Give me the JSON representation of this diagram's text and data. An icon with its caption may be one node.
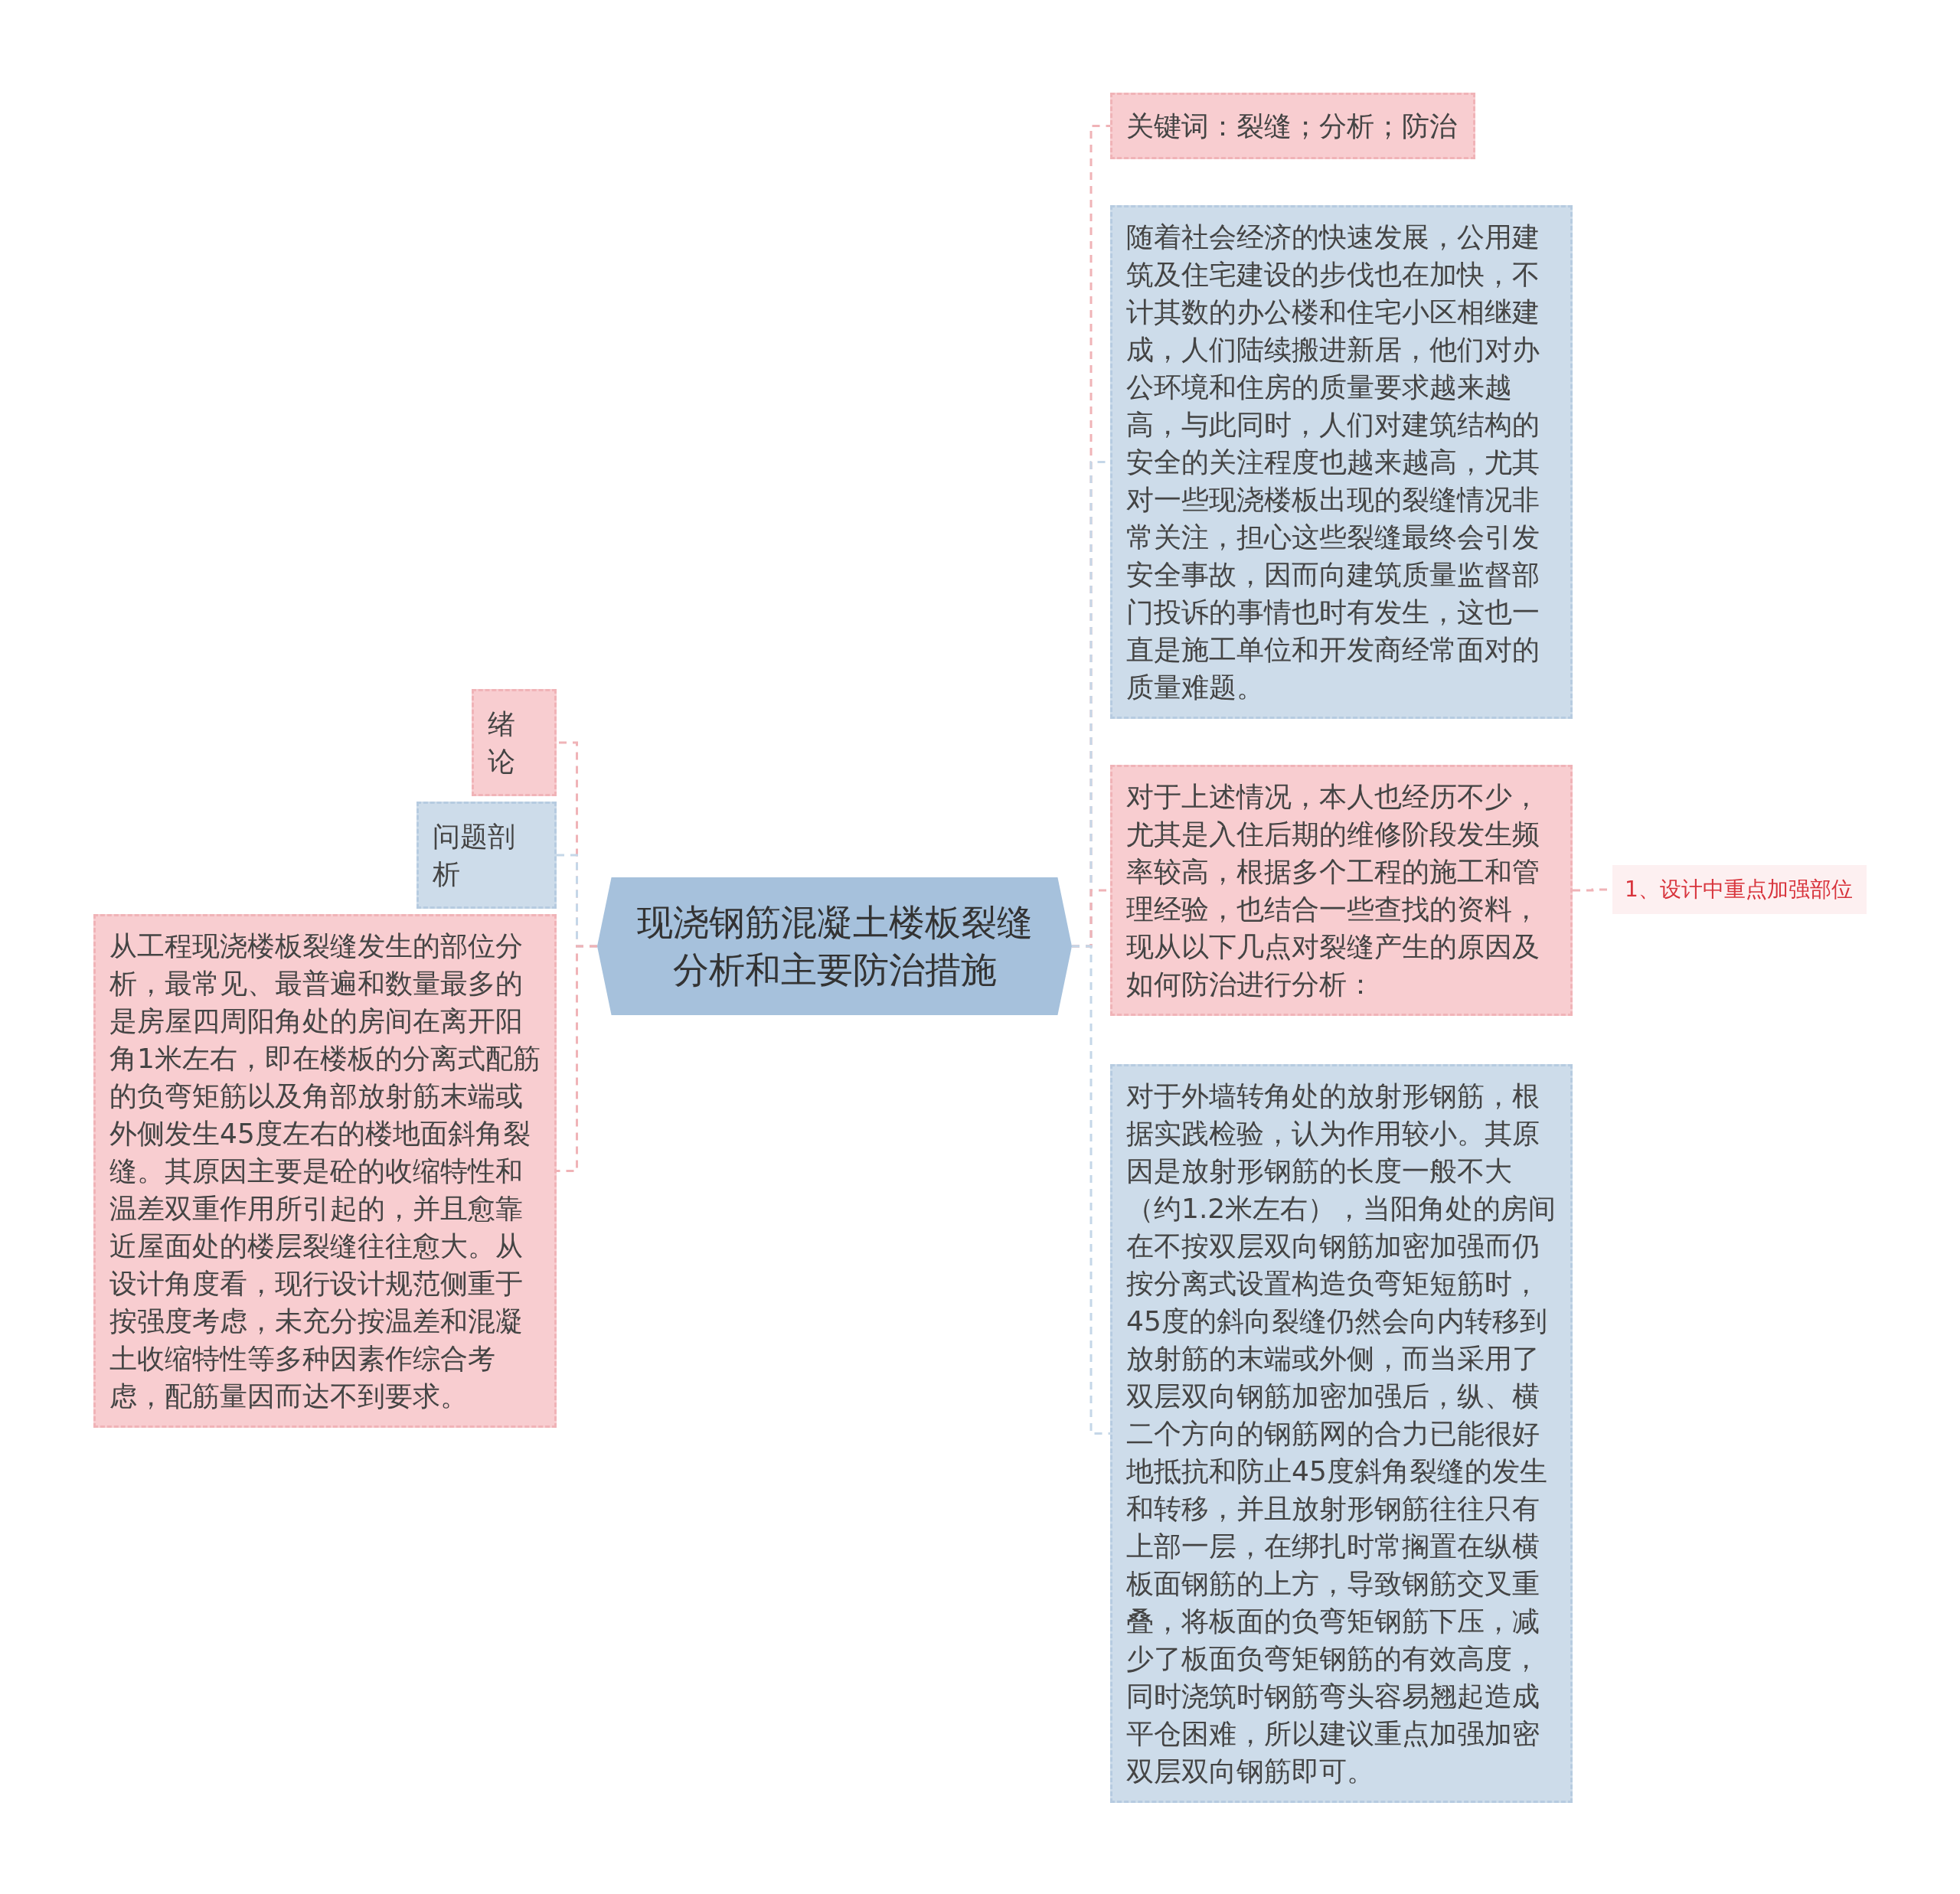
{
  "diagram": {
    "nodes": [
      {
        "text": [
          "现浇钢筋混凝土楼板裂缝分析和主要防治措施"
        ]
      },
      {
        "text": [
          "关键词：裂缝；分析；防治"
        ]
      },
      {
        "text": [
          "随着社会经济的快速发展，公用建筑及住宅建设的步伐也在加快，不计其数的办公楼和住宅小区相继建成，人们陆续搬进新居，他们对办公环境和住房的质量要求越来越高，与此同时，人们对建筑结构的安全的关注程度也越来越高，尤其对一些现浇楼板出现的裂缝情况非常关注，担心这些裂缝最终会引发安全事故，因而向建筑质量监督部门投诉的事情也时有发生，这也一直是施工单位和开发商经常面对的质量难题。"
        ]
      },
      {
        "text": [
          "对于上述情况，本人也经历不少，尤其是入住后期的维修阶段发生频率较高，根据多个工程的施工和管理经验，也结合一些查找的资料，现从以下几点对裂缝产生的原因及如何防治进行分析："
        ]
      },
      {
        "text": [
          "1、设计中重点加强部位"
        ]
      },
      {
        "text": [
          "对于外墙转角处的放射形钢筋，根据实践检验，认为作用较小。其原因是放射形钢筋的长度一般不大（约1.2米左右），当阳角处的房间在不按双层双向钢筋加密加强而仍按分离式设置构造负弯矩短筋时，45度的斜向裂缝仍然会向内转移到放射筋的末端或外侧，而当采用了双层双向钢筋加密加强后，纵、横二个方向的钢筋网的合力已能很好地抵抗和防止45度斜角裂缝的发生和转移，并且放射形钢筋往往只有上部一层，在绑扎时常搁置在纵横板面钢筋的上方，导致钢筋交叉重叠，将板面的负弯矩钢筋下压，减少了板面负弯矩钢筋的有效高度，同时浇筑时钢筋弯头容易翘起造成平仓困难，所以建议重点加强加密双层双向钢筋即可。"
        ]
      },
      {
        "text": [
          "绪论"
        ]
      },
      {
        "text": [
          "问题剖析"
        ]
      },
      {
        "text": [
          "从工程现浇楼板裂缝发生的部位分析，最常见、最普遍和数量最多的是房屋四周阳角处的房间在离开阳角1米左右，即在楼板的分离式配筋的负弯矩筋以及角部放射筋末端或外侧发生45度左右的楼地面斜角裂缝。其原因主要是砼的收缩特性和温差双重作用所引起的，并且愈靠近屋面处的楼层裂缝往往愈大。从设计角度看，现行设计规范侧重于按强度考虑，未充分按温差和混凝土收缩特性等多种因素作综合考虑，配筋量因而达不到要求。"
        ]
      }
    ],
    "edges": [
      {
        "from": 0,
        "to": 1,
        "arrow": "none",
        "style": "dashed"
      },
      {
        "from": 0,
        "to": 2,
        "arrow": "none",
        "style": "dashed",
        "color": "#c5d7e8"
      },
      {
        "from": 0,
        "to": 3,
        "arrow": "none",
        "style": "dashed"
      },
      {
        "from": 3,
        "to": 4,
        "arrow": "none",
        "style": "dashed"
      },
      {
        "from": 0,
        "to": 5,
        "arrow": "none",
        "style": "dashed",
        "color": "#c5d7e8"
      },
      {
        "from": 0,
        "to": 6,
        "arrow": "none",
        "style": "dashed"
      },
      {
        "from": 0,
        "to": 7,
        "arrow": "none",
        "style": "dashed",
        "color": "#c5d7e8"
      },
      {
        "from": 0,
        "to": 8,
        "arrow": "none",
        "style": "dashed"
      }
    ]
  }
}
